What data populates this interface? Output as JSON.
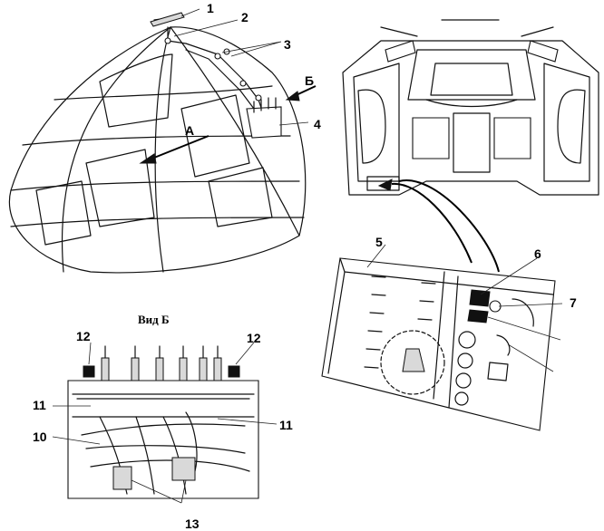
{
  "labels": {
    "n1": "1",
    "n2": "2",
    "n3": "3",
    "n4": "4",
    "n5": "5",
    "n6": "6",
    "n7": "7",
    "n10": "10",
    "n11a": "11",
    "n11b": "11",
    "n12a": "12",
    "n12b": "12",
    "n13": "13",
    "arrow_a": "A",
    "arrow_b": "Б"
  },
  "view_title": "Вид Б"
}
